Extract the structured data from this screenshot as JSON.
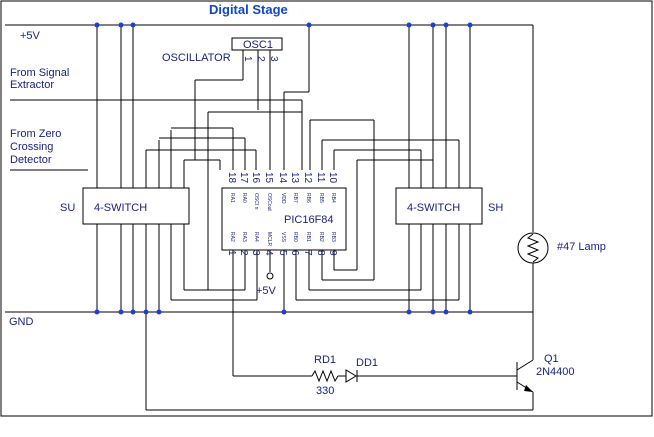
{
  "diagram": {
    "title": "Digital Stage",
    "rails": {
      "vcc": "+5V",
      "gnd": "GND"
    },
    "inputs": [
      "From Signal\nExtractor",
      "From Zero\nCrossing\nDetector"
    ],
    "oscillator": {
      "ref": "OSC1",
      "label": "OSCILLATOR",
      "pins": [
        "1",
        "2",
        "3"
      ]
    },
    "mcu": {
      "name": "PIC16F84",
      "top_pins": [
        "18",
        "17",
        "16",
        "15",
        "14",
        "13",
        "12",
        "11",
        "10"
      ],
      "top_pin_labels": [
        "RA1",
        "RA0",
        "OSCI n",
        "OSCout",
        "VDD",
        "RB7",
        "RB6",
        "RB5",
        "RB4"
      ],
      "bottom_pins": [
        "1",
        "2",
        "3",
        "4",
        "5",
        "6",
        "7",
        "8",
        "9"
      ],
      "bottom_pin_labels": [
        "RA2",
        "RA3",
        "RA4",
        "MCLR",
        "VSS",
        "RB0",
        "RB1",
        "RB2",
        "RB3"
      ],
      "mclr_label": "+5V"
    },
    "switch_left": {
      "name": "4-SWITCH",
      "label": "SU"
    },
    "switch_right": {
      "name": "4-SWITCH",
      "label": "SH"
    },
    "lamp": "#47 Lamp",
    "resistor": {
      "ref": "RD1",
      "value": "330"
    },
    "diode": {
      "ref": "DD1"
    },
    "transistor": {
      "ref": "Q1",
      "part": "2N4400"
    },
    "colors": {
      "text": "#1a237e",
      "title": "#0d47c9",
      "junction": "#1c3fd0",
      "wire": "#000000"
    }
  }
}
